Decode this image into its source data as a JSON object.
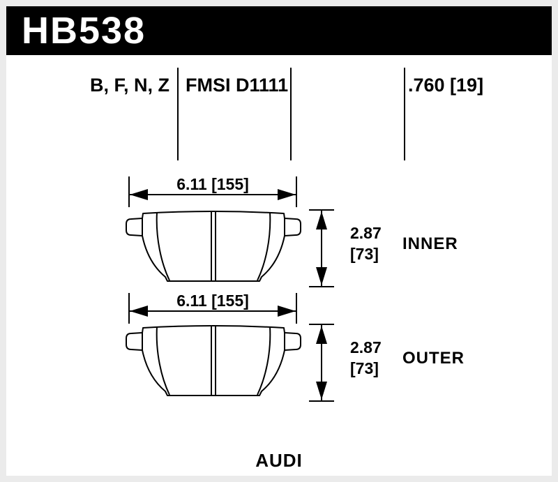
{
  "header": {
    "part_number": "HB538"
  },
  "specs": {
    "compound_codes": "B, F, N, Z",
    "fmsi": "FMSI D1111",
    "pad_thickness": ".760 [19]"
  },
  "drawings": [
    {
      "width": "6.11 [155]",
      "height_in": "2.87",
      "height_mm": "[73]",
      "position": "INNER"
    },
    {
      "width": "6.11 [155]",
      "height_in": "2.87",
      "height_mm": "[73]",
      "position": "OUTER"
    }
  ],
  "footer": {
    "vehicle_make": "AUDI"
  },
  "colors": {
    "header_bg": "#000000",
    "text": "#000000",
    "line": "#000000",
    "frame": "#ebebeb",
    "background": "#ffffff"
  }
}
